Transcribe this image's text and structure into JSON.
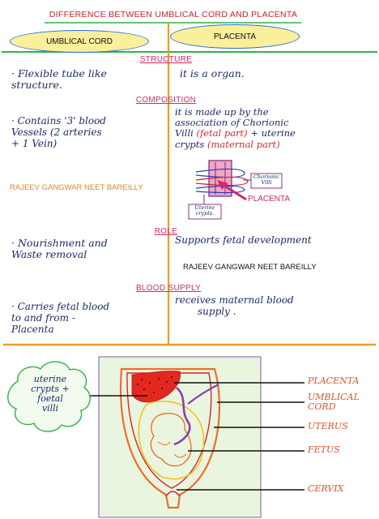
{
  "title": "DIFFERENCE BETWEEN UMBLICAL CORD AND PLACENTA",
  "columns": {
    "left": "UMBLICAL CORD",
    "right": "PLACENTA"
  },
  "sections": {
    "structure": {
      "heading": "STRUCTURE",
      "left": [
        "· Flexible tube like",
        "  structure."
      ],
      "right": [
        "it is a organ."
      ]
    },
    "composition": {
      "heading": "COMPOSITION",
      "left": [
        "· Contains '3' blood",
        "  Vessels (2 arteries",
        "  + 1 Vein)"
      ],
      "right_line1": "it is made up by the",
      "right_line2": "association of Chorionic",
      "right_line3_a": "Villi",
      "right_line3_b": "(fetal part)",
      "right_line3_c": "+ uterine",
      "right_line4_a": "crypts",
      "right_line4_b": "(maternal part)"
    },
    "role": {
      "heading": "ROLE",
      "left": [
        "· Nourishment and",
        "  Waste removal"
      ],
      "right": [
        "Supports fetal development"
      ]
    },
    "blood_supply": {
      "heading": "BLOOD SUPPLY",
      "left": [
        "· Carries fetal blood",
        "  to and from -",
        "  Placenta"
      ],
      "right": [
        "receives maternal blood",
        "supply ."
      ]
    }
  },
  "credit_1": "RAJEEV GANGWAR NEET BAREILLY",
  "credit_2": "RAJEEV GANGWAR NEET BAREILLY",
  "mini_diagram": {
    "label_chorionic": "Chorionic Villi",
    "label_uterine": "Uterine crypts.",
    "label_placenta": "PLACENTA"
  },
  "diagram": {
    "cloud_text": [
      "uterine",
      "crypts +",
      "foetal",
      "villi"
    ],
    "labels": {
      "placenta": "PLACENTA",
      "umbilical_1": "UMBLICAL",
      "umbilical_2": "CORD",
      "uterus": "UTERUS",
      "fetus": "FETUS",
      "cervix": "CERVIX"
    }
  },
  "colors": {
    "title_red": "#d51c2e",
    "heading_pink": "#d22a6a",
    "oval_fill": "#faef9a",
    "ink_blue": "#1b2a6b",
    "divider_orange": "#f29b1e",
    "green_line": "#2fb34a",
    "diagram_bg": "#eaf5df",
    "placenta_red": "#e4281f",
    "label_orange": "#e8532a"
  }
}
